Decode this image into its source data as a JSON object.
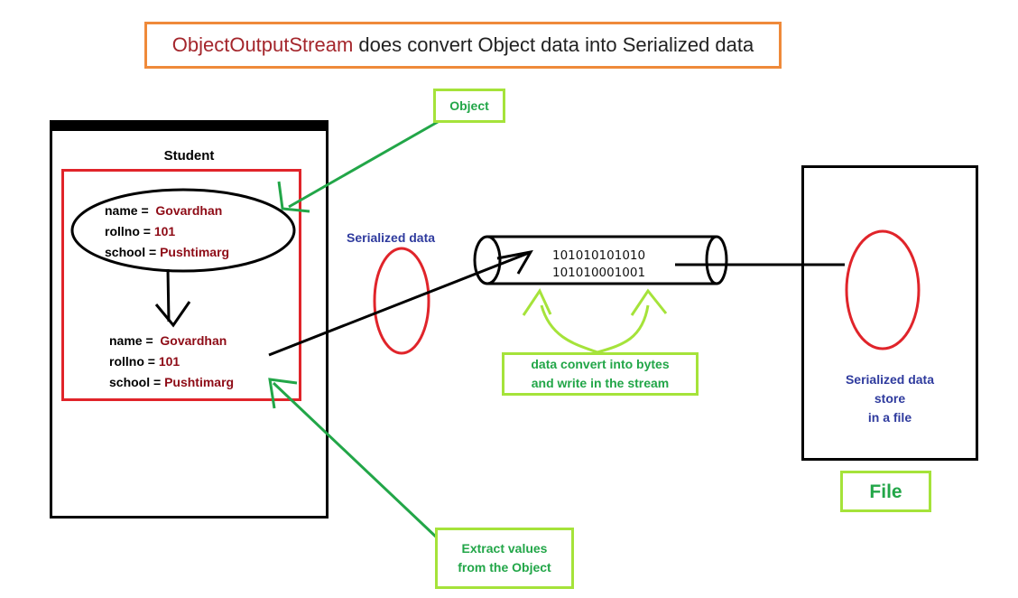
{
  "title": {
    "highlight": "ObjectOutputStream",
    "rest": " does convert Object data into Serialized data"
  },
  "student_panel": {
    "title": "Student",
    "object": {
      "name_label": "name = ",
      "name_value": "Govardhan",
      "rollno_label": "rollno = ",
      "rollno_value": "101",
      "school_label": "school = ",
      "school_value": "Pushtimarg"
    },
    "values": {
      "name_label": "name = ",
      "name_value": "Govardhan",
      "rollno_label": "rollno = ",
      "rollno_value": "101",
      "school_label": "school = ",
      "school_value": "Pushtimarg"
    }
  },
  "labels": {
    "object": "Object",
    "extract_line1": "Extract values",
    "extract_line2": "from the Object",
    "serialized_data": "Serialized data",
    "convert_line1": "data convert into bytes",
    "convert_line2": "and write in the stream",
    "file_store_line1": "Serialized data",
    "file_store_line2": "store",
    "file_store_line3": "in a file",
    "file": "File"
  },
  "stream": {
    "bits_line1a": "101010",
    "bits_line1b": "101010",
    "bits_line2": "101010001001"
  },
  "colors": {
    "highlight": "#a4262c",
    "value": "#8e0b16",
    "green_text": "#22a648",
    "green_border": "#a5e33a",
    "red": "#e0242a",
    "orange": "#ef8a3a",
    "blue": "#2f3b9e"
  }
}
